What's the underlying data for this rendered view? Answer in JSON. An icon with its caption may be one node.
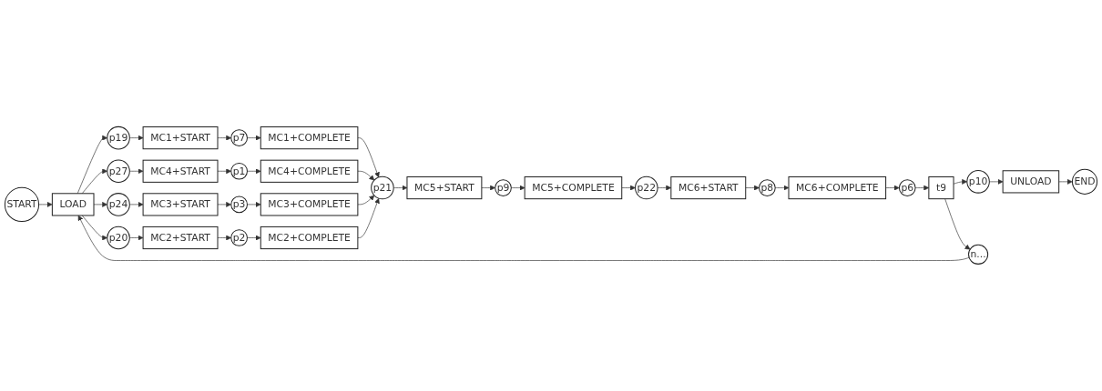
{
  "diagram": {
    "nodes": [
      {
        "text": [
          "START"
        ]
      },
      {
        "text": [
          "LOAD"
        ]
      },
      {
        "text": [
          "p19"
        ]
      },
      {
        "text": [
          "MC1+START"
        ]
      },
      {
        "text": [
          "p7"
        ]
      },
      {
        "text": [
          "MC1+COMPLETE"
        ]
      },
      {
        "text": [
          "p27"
        ]
      },
      {
        "text": [
          "MC4+START"
        ]
      },
      {
        "text": [
          "p1"
        ]
      },
      {
        "text": [
          "MC4+COMPLETE"
        ]
      },
      {
        "text": [
          "p24"
        ]
      },
      {
        "text": [
          "MC3+START"
        ]
      },
      {
        "text": [
          "p3"
        ]
      },
      {
        "text": [
          "MC3+COMPLETE"
        ]
      },
      {
        "text": [
          "p20"
        ]
      },
      {
        "text": [
          "MC2+START"
        ]
      },
      {
        "text": [
          "p2"
        ]
      },
      {
        "text": [
          "MC2+COMPLETE"
        ]
      },
      {
        "text": [
          "p21"
        ]
      },
      {
        "text": [
          "MC5+START"
        ]
      },
      {
        "text": [
          "p9"
        ]
      },
      {
        "text": [
          "MC5+COMPLETE"
        ]
      },
      {
        "text": [
          "p22"
        ]
      },
      {
        "text": [
          "MC6+START"
        ]
      },
      {
        "text": [
          "p8"
        ]
      },
      {
        "text": [
          "MC6+COMPLETE"
        ]
      },
      {
        "text": [
          "p6"
        ]
      },
      {
        "text": [
          "t9"
        ]
      },
      {
        "text": [
          "p10"
        ]
      },
      {
        "text": [
          "UNLOAD"
        ]
      },
      {
        "text": [
          "END"
        ]
      },
      {
        "text": [
          "n..."
        ]
      }
    ],
    "edges": [
      {
        "from": 0,
        "to": 1,
        "arrow": "to"
      },
      {
        "from": 1,
        "to": 2,
        "arrow": "to"
      },
      {
        "from": 1,
        "to": 6,
        "arrow": "to"
      },
      {
        "from": 1,
        "to": 10,
        "arrow": "to"
      },
      {
        "from": 1,
        "to": 14,
        "arrow": "to"
      },
      {
        "from": 2,
        "to": 3,
        "arrow": "to"
      },
      {
        "from": 3,
        "to": 4,
        "arrow": "to"
      },
      {
        "from": 4,
        "to": 5,
        "arrow": "to"
      },
      {
        "from": 6,
        "to": 7,
        "arrow": "to"
      },
      {
        "from": 7,
        "to": 8,
        "arrow": "to"
      },
      {
        "from": 8,
        "to": 9,
        "arrow": "to"
      },
      {
        "from": 10,
        "to": 11,
        "arrow": "to"
      },
      {
        "from": 11,
        "to": 12,
        "arrow": "to"
      },
      {
        "from": 12,
        "to": 13,
        "arrow": "to"
      },
      {
        "from": 14,
        "to": 15,
        "arrow": "to"
      },
      {
        "from": 15,
        "to": 16,
        "arrow": "to"
      },
      {
        "from": 16,
        "to": 17,
        "arrow": "to"
      },
      {
        "from": 5,
        "to": 18,
        "arrow": "to"
      },
      {
        "from": 9,
        "to": 18,
        "arrow": "to"
      },
      {
        "from": 13,
        "to": 18,
        "arrow": "to"
      },
      {
        "from": 17,
        "to": 18,
        "arrow": "to"
      },
      {
        "from": 18,
        "to": 19,
        "arrow": "to"
      },
      {
        "from": 19,
        "to": 20,
        "arrow": "to"
      },
      {
        "from": 20,
        "to": 21,
        "arrow": "to"
      },
      {
        "from": 21,
        "to": 22,
        "arrow": "to"
      },
      {
        "from": 22,
        "to": 23,
        "arrow": "to"
      },
      {
        "from": 23,
        "to": 24,
        "arrow": "to"
      },
      {
        "from": 24,
        "to": 25,
        "arrow": "to"
      },
      {
        "from": 25,
        "to": 26,
        "arrow": "to"
      },
      {
        "from": 26,
        "to": 27,
        "arrow": "to"
      },
      {
        "from": 27,
        "to": 28,
        "arrow": "to"
      },
      {
        "from": 28,
        "to": 29,
        "arrow": "to"
      },
      {
        "from": 29,
        "to": 30,
        "arrow": "to"
      },
      {
        "from": 27,
        "to": 31,
        "arrow": "to"
      },
      {
        "from": 31,
        "to": 1,
        "arrow": "to"
      }
    ]
  }
}
